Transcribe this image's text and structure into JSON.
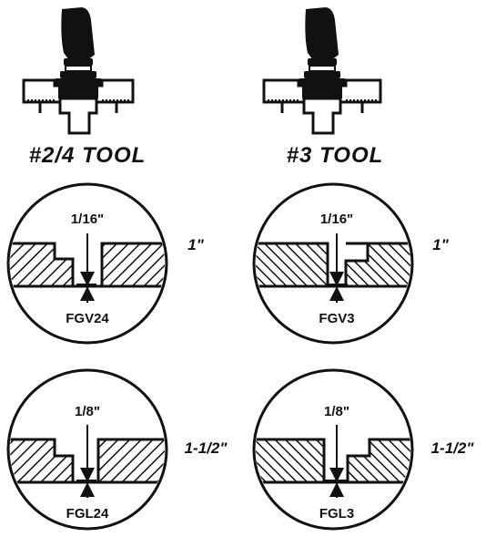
{
  "tools": [
    {
      "title": "#2/4 TOOL",
      "icon": "bevel-tool-icon",
      "hatch": "forward",
      "cutters": [
        {
          "gap_label": "1/16\"",
          "depth_label": "1\"",
          "part_number": "FGV24",
          "gap": "narrow"
        },
        {
          "gap_label": "1/8\"",
          "depth_label": "1-1/2\"",
          "part_number": "FGL24",
          "gap": "wide"
        }
      ]
    },
    {
      "title": "#3 TOOL",
      "icon": "bevel-tool-icon",
      "hatch": "back",
      "cutters": [
        {
          "gap_label": "1/16\"",
          "depth_label": "1\"",
          "part_number": "FGV3",
          "gap": "narrow"
        },
        {
          "gap_label": "1/8\"",
          "depth_label": "1-1/2\"",
          "part_number": "FGL3",
          "gap": "wide"
        }
      ]
    }
  ],
  "colors": {
    "ink": "#111111",
    "background": "#ffffff"
  }
}
